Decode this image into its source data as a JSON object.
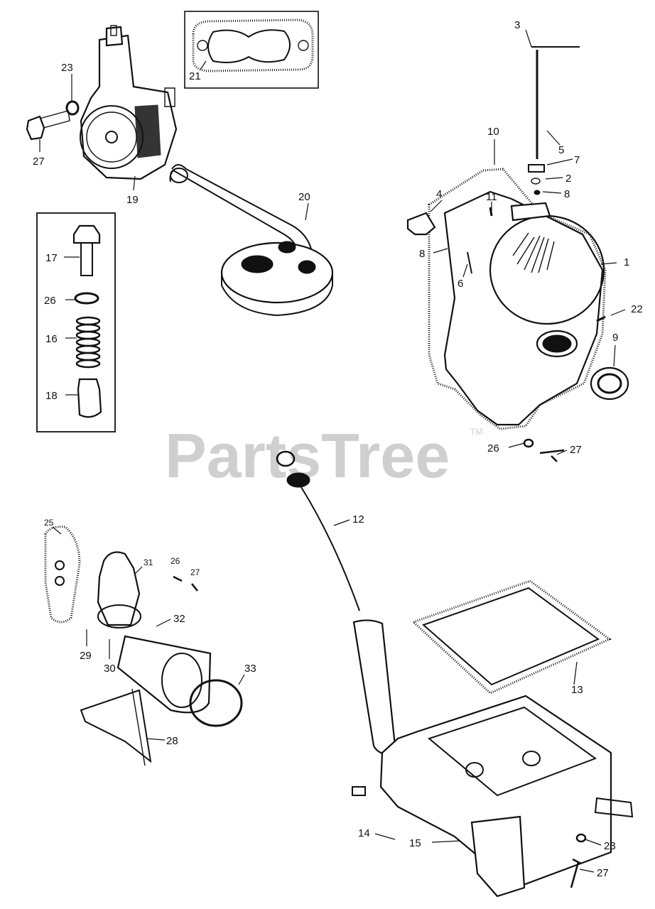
{
  "watermark": {
    "text": "PartsTree",
    "trademark": "TM"
  },
  "callouts": [
    {
      "id": "c-3",
      "text": "3"
    },
    {
      "id": "c-23a",
      "text": "23"
    },
    {
      "id": "c-21",
      "text": "21"
    },
    {
      "id": "c-27a",
      "text": "27"
    },
    {
      "id": "c-19",
      "text": "19"
    },
    {
      "id": "c-20",
      "text": "20"
    },
    {
      "id": "c-10",
      "text": "10"
    },
    {
      "id": "c-5",
      "text": "5"
    },
    {
      "id": "c-7",
      "text": "7"
    },
    {
      "id": "c-2",
      "text": "2"
    },
    {
      "id": "c-8a",
      "text": "8"
    },
    {
      "id": "c-4",
      "text": "4"
    },
    {
      "id": "c-11",
      "text": "11"
    },
    {
      "id": "c-8b",
      "text": "8"
    },
    {
      "id": "c-6",
      "text": "6"
    },
    {
      "id": "c-1",
      "text": "1"
    },
    {
      "id": "c-22",
      "text": "22"
    },
    {
      "id": "c-9",
      "text": "9"
    },
    {
      "id": "c-17",
      "text": "17"
    },
    {
      "id": "c-26a",
      "text": "26"
    },
    {
      "id": "c-16",
      "text": "16"
    },
    {
      "id": "c-18",
      "text": "18"
    },
    {
      "id": "c-26b",
      "text": "26"
    },
    {
      "id": "c-27b",
      "text": "27"
    },
    {
      "id": "c-12",
      "text": "12"
    },
    {
      "id": "c-25",
      "text": "25"
    },
    {
      "id": "c-31",
      "text": "31"
    },
    {
      "id": "c-26c",
      "text": "26"
    },
    {
      "id": "c-27c",
      "text": "27"
    },
    {
      "id": "c-32",
      "text": "32"
    },
    {
      "id": "c-29",
      "text": "29"
    },
    {
      "id": "c-30",
      "text": "30"
    },
    {
      "id": "c-33",
      "text": "33"
    },
    {
      "id": "c-28",
      "text": "28"
    },
    {
      "id": "c-13",
      "text": "13"
    },
    {
      "id": "c-14",
      "text": "14"
    },
    {
      "id": "c-15",
      "text": "15"
    },
    {
      "id": "c-23b",
      "text": "23"
    },
    {
      "id": "c-27d",
      "text": "27"
    }
  ]
}
